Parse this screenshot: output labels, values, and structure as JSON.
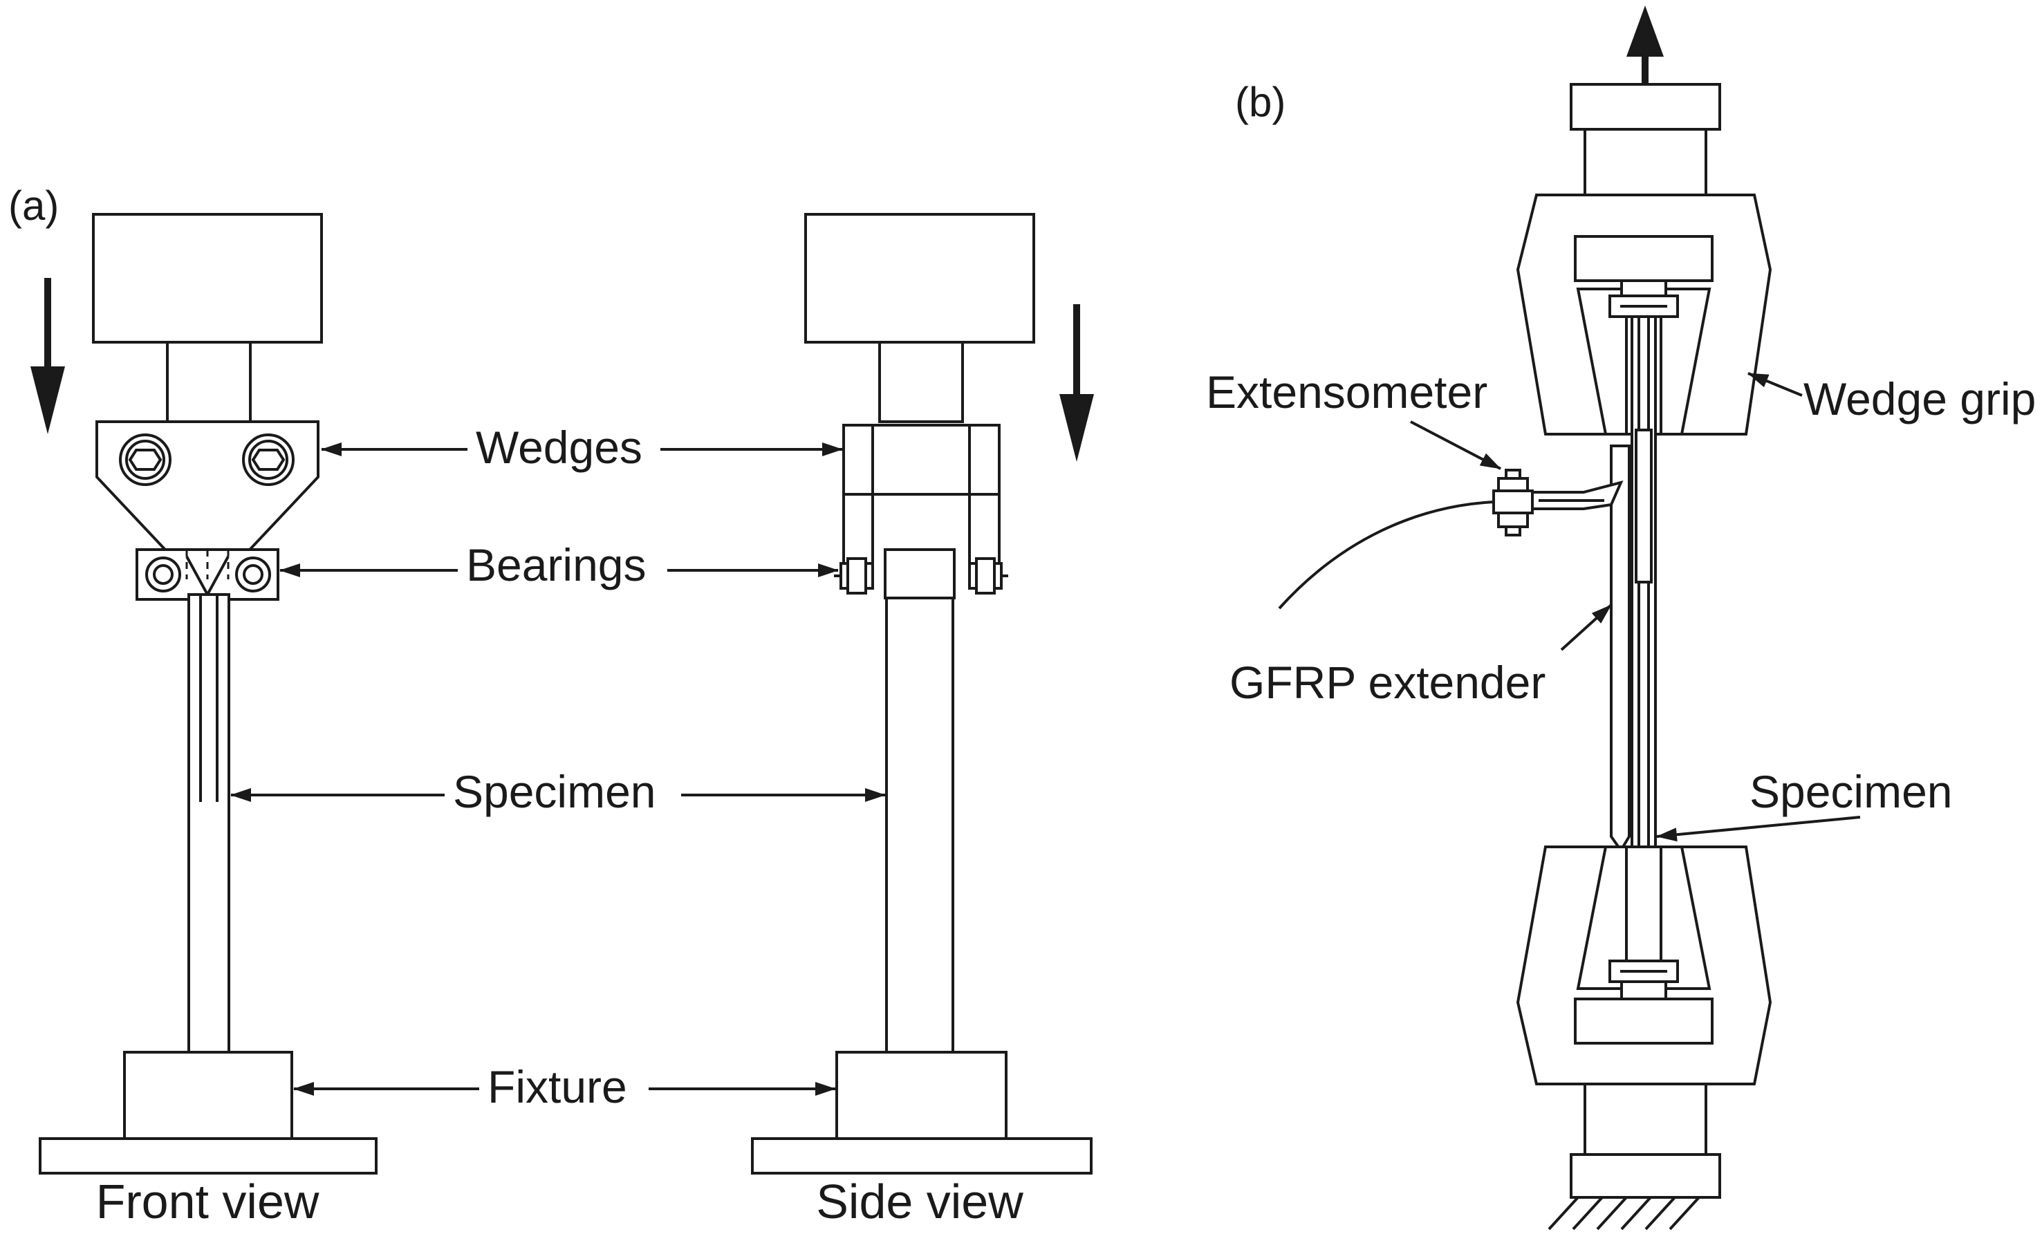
{
  "panels": {
    "a": {
      "tag": "(a)",
      "front_view": "Front view",
      "side_view": "Side view",
      "labels": {
        "wedges": "Wedges",
        "bearings": "Bearings",
        "specimen": "Specimen",
        "fixture": "Fixture"
      }
    },
    "b": {
      "tag": "(b)",
      "labels": {
        "extensometer": "Extensometer",
        "wedge_grip": "Wedge grip",
        "gfrp_extender": "GFRP extender",
        "specimen": "Specimen"
      }
    }
  }
}
